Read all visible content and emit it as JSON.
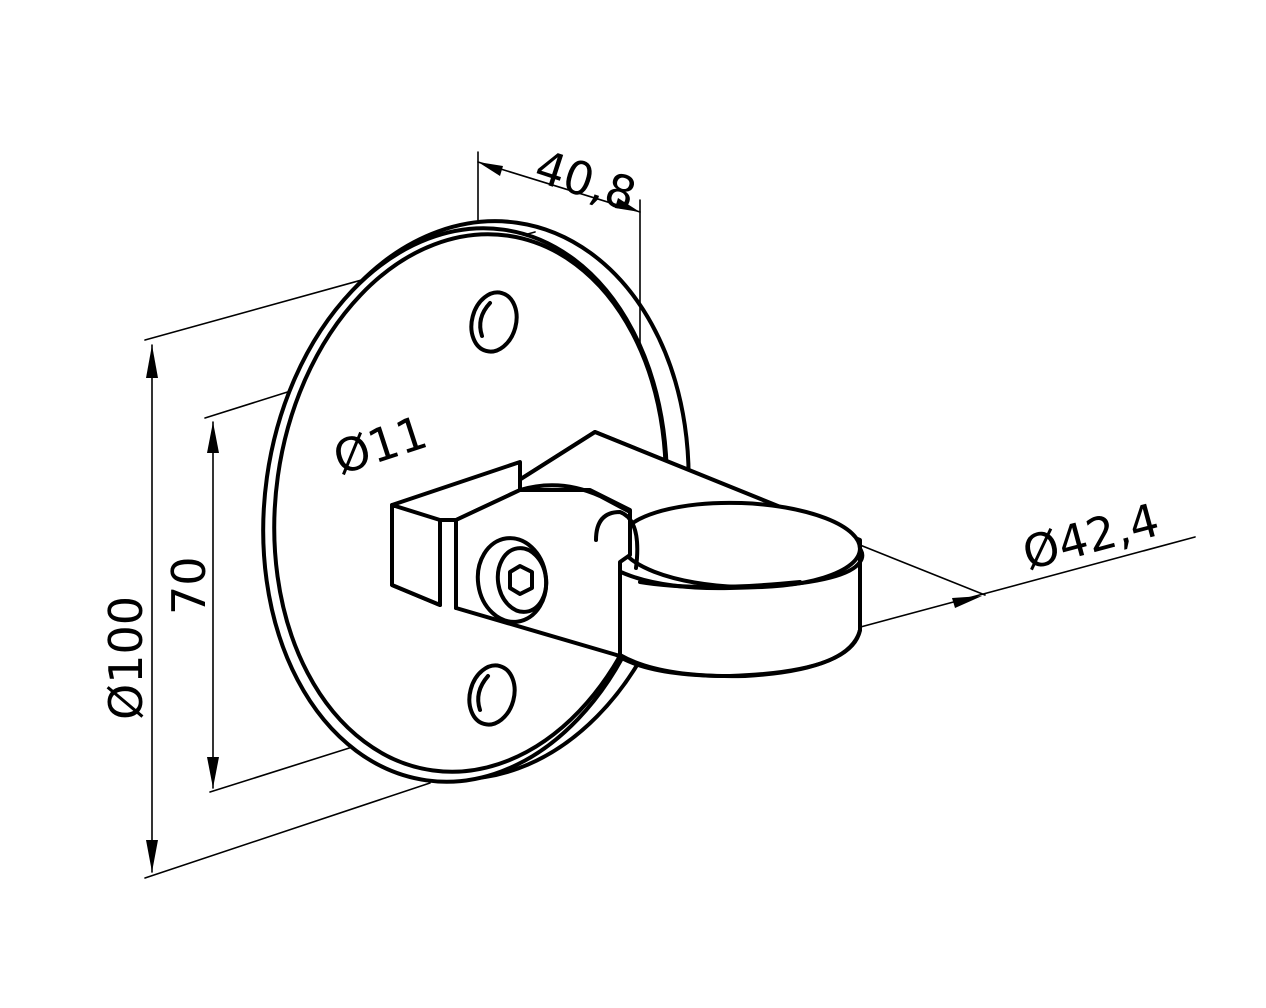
{
  "dimensions": {
    "width_top": "40,8",
    "hole_diameter": "Ø11",
    "tube_diameter": "Ø42,4",
    "plate_diameter": "Ø100",
    "hole_spacing": "70"
  }
}
